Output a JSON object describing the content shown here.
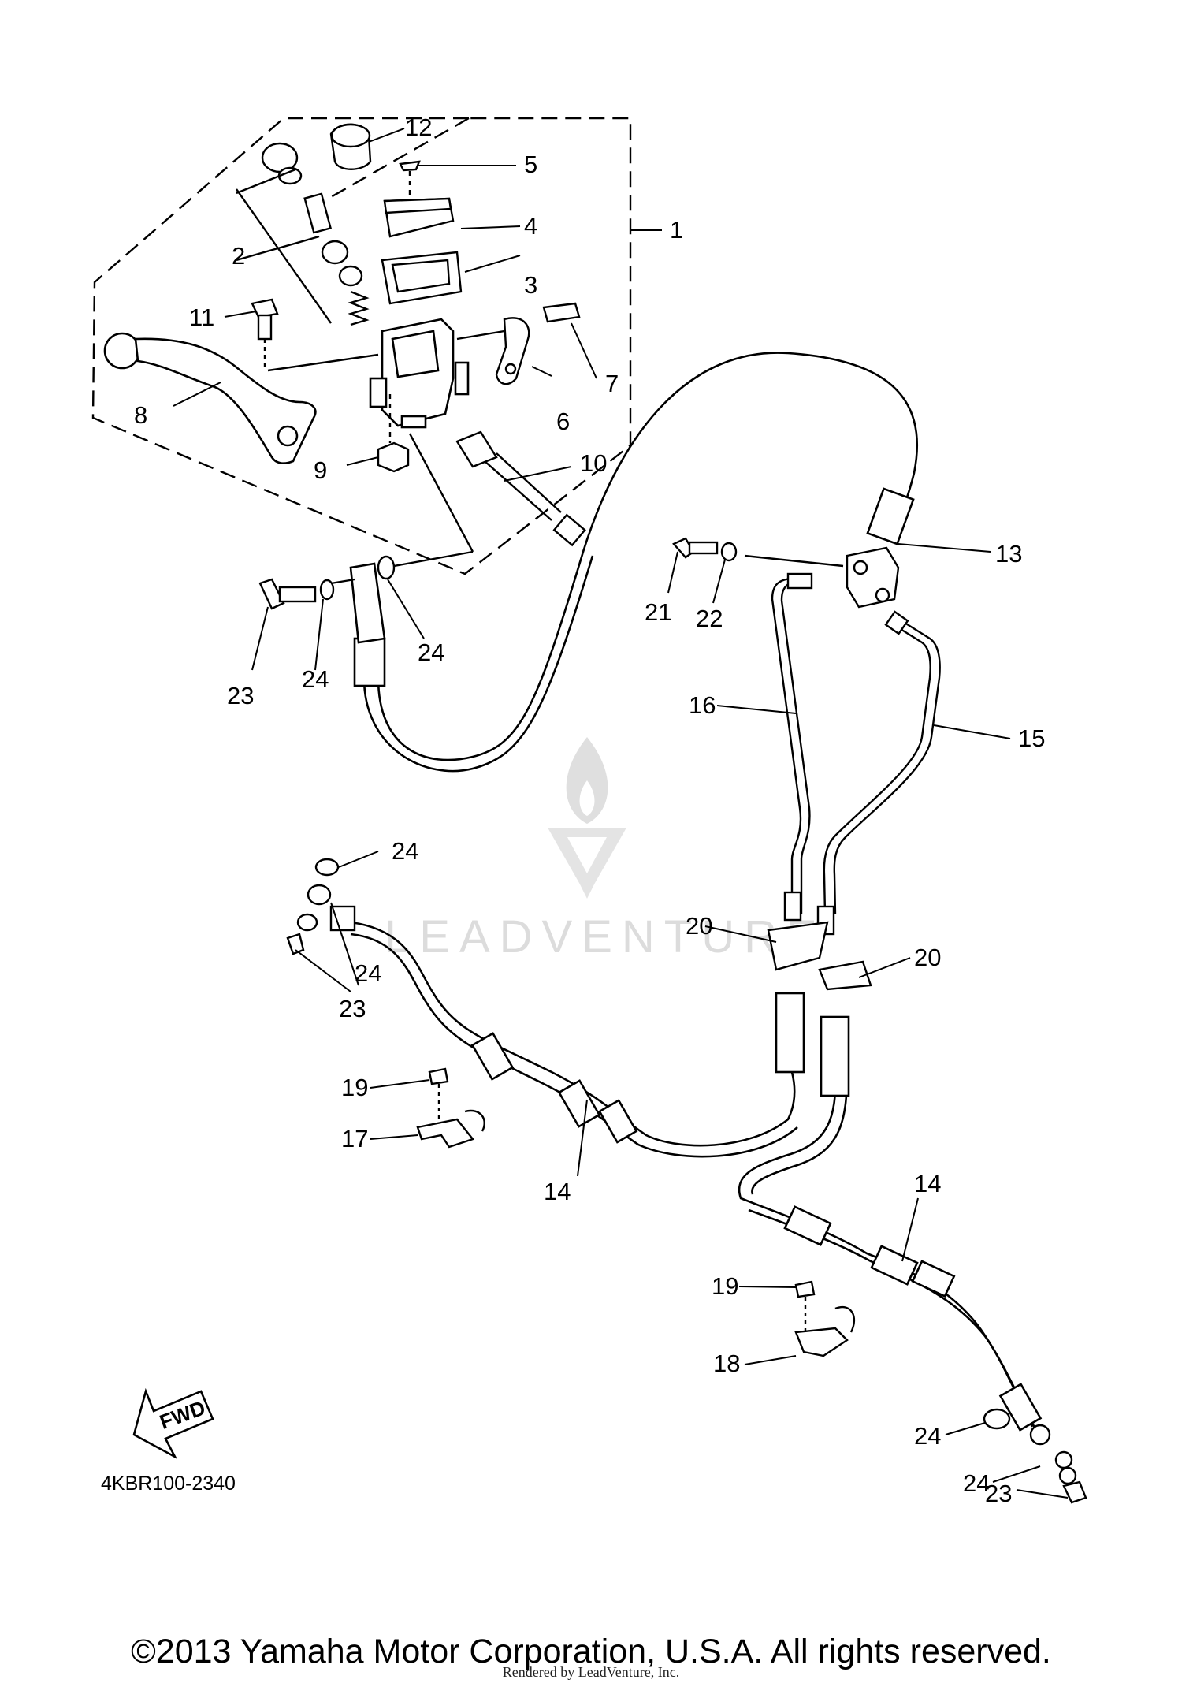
{
  "callouts": [
    {
      "id": "c1",
      "text": "1"
    },
    {
      "id": "c2",
      "text": "2"
    },
    {
      "id": "c3",
      "text": "3"
    },
    {
      "id": "c4",
      "text": "4"
    },
    {
      "id": "c5",
      "text": "5"
    },
    {
      "id": "c6",
      "text": "6"
    },
    {
      "id": "c7",
      "text": "7"
    },
    {
      "id": "c8",
      "text": "8"
    },
    {
      "id": "c9",
      "text": "9"
    },
    {
      "id": "c10",
      "text": "10"
    },
    {
      "id": "c11",
      "text": "11"
    },
    {
      "id": "c12",
      "text": "12"
    },
    {
      "id": "c13",
      "text": "13"
    },
    {
      "id": "c14a",
      "text": "14"
    },
    {
      "id": "c14b",
      "text": "14"
    },
    {
      "id": "c15",
      "text": "15"
    },
    {
      "id": "c16",
      "text": "16"
    },
    {
      "id": "c17",
      "text": "17"
    },
    {
      "id": "c18",
      "text": "18"
    },
    {
      "id": "c19a",
      "text": "19"
    },
    {
      "id": "c19b",
      "text": "19"
    },
    {
      "id": "c20a",
      "text": "20"
    },
    {
      "id": "c20b",
      "text": "20"
    },
    {
      "id": "c21",
      "text": "21"
    },
    {
      "id": "c22",
      "text": "22"
    },
    {
      "id": "c23a",
      "text": "23"
    },
    {
      "id": "c23b",
      "text": "23"
    },
    {
      "id": "c23c",
      "text": "23"
    },
    {
      "id": "c24a",
      "text": "24"
    },
    {
      "id": "c24b",
      "text": "24"
    },
    {
      "id": "c24c",
      "text": "24"
    },
    {
      "id": "c24d",
      "text": "24"
    },
    {
      "id": "c24e",
      "text": "24"
    },
    {
      "id": "c24f",
      "text": "24"
    }
  ],
  "fwd_label": "FWD",
  "diagram_code": "4KBR100-2340",
  "watermark": "LEADVENTURE",
  "copyright": "©2013 Yamaha Motor Corporation, U.S.A. All rights reserved.",
  "rendered_by": "Rendered by LeadVenture, Inc."
}
